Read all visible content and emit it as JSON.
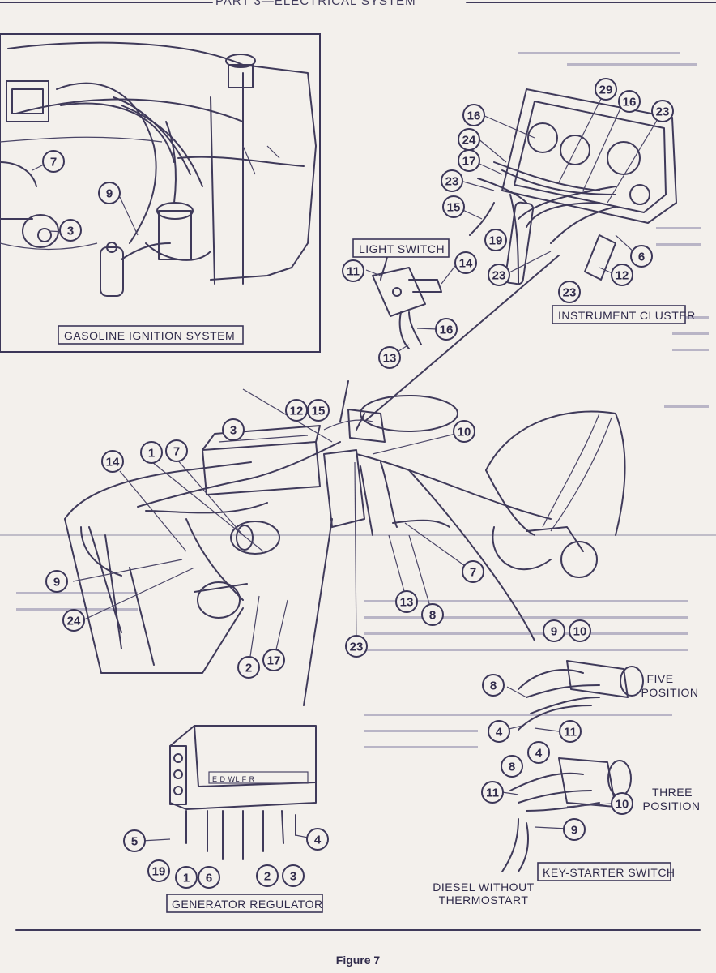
{
  "header": {
    "part_title": "PART 3—ELECTRICAL SYSTEM"
  },
  "labels": {
    "gasoline_ignition": "GASOLINE IGNITION SYSTEM",
    "light_switch": "LIGHT SWITCH",
    "instrument_cluster": "INSTRUMENT CLUSTER",
    "generator_regulator": "GENERATOR REGULATOR",
    "key_starter_switch": "KEY-STARTER SWITCH",
    "five_position_1": "FIVE",
    "five_position_2": "POSITION",
    "three_position_1": "THREE",
    "three_position_2": "POSITION",
    "diesel_1": "DIESEL WITHOUT",
    "diesel_2": "THERMOSTART",
    "regulator_terminals": "E  D  WL  F    R"
  },
  "caption": {
    "figure": "Figure 7"
  },
  "callouts": [
    "29",
    "16",
    "23",
    "16",
    "24",
    "17",
    "23",
    "15",
    "19",
    "6",
    "12",
    "23",
    "23",
    "14",
    "11",
    "16",
    "13",
    "7",
    "9",
    "3",
    "12",
    "15",
    "10",
    "3",
    "14",
    "1",
    "7",
    "9",
    "24",
    "2",
    "17",
    "13",
    "8",
    "7",
    "23",
    "9",
    "10",
    "8",
    "4",
    "11",
    "4",
    "8",
    "11",
    "10",
    "9",
    "5",
    "4",
    "19",
    "1",
    "6",
    "2",
    "3"
  ]
}
